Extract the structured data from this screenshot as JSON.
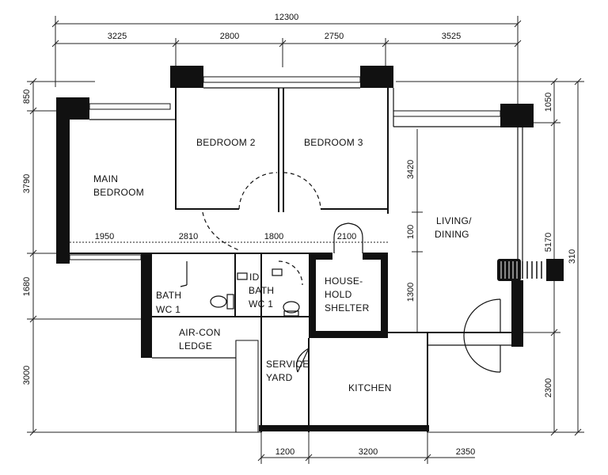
{
  "dimensions": {
    "top_total": "12300",
    "top_segments": [
      "3225",
      "2800",
      "2750",
      "3525"
    ],
    "bottom_segments": [
      "1200",
      "3200",
      "2350"
    ],
    "left_segments": [
      "850",
      "3790",
      "1680",
      "3000"
    ],
    "right_segments": [
      "1050",
      "5170",
      "2300"
    ],
    "right_total": "310",
    "inner_living": [
      "3420",
      "100",
      "1300"
    ],
    "inner_horizontal": [
      "1950",
      "2810",
      "1800",
      "2100"
    ]
  },
  "rooms": {
    "main_bedroom": [
      "MAIN",
      "BEDROOM"
    ],
    "bedroom_2": "BEDROOM 2",
    "bedroom_3": "BEDROOM 3",
    "living_dining": [
      "LIVING/",
      "DINING"
    ],
    "bath_wc_1": [
      "BATH",
      "WC 1"
    ],
    "bath_wc_2": [
      "ID",
      "BATH",
      "WC 1"
    ],
    "household_shelter": [
      "HOUSE-",
      "HOLD",
      "SHELTER"
    ],
    "aircon_ledge": [
      "AIR-CON",
      "LEDGE"
    ],
    "service_yard": [
      "SERVICE",
      "YARD"
    ],
    "kitchen": "KITCHEN"
  }
}
